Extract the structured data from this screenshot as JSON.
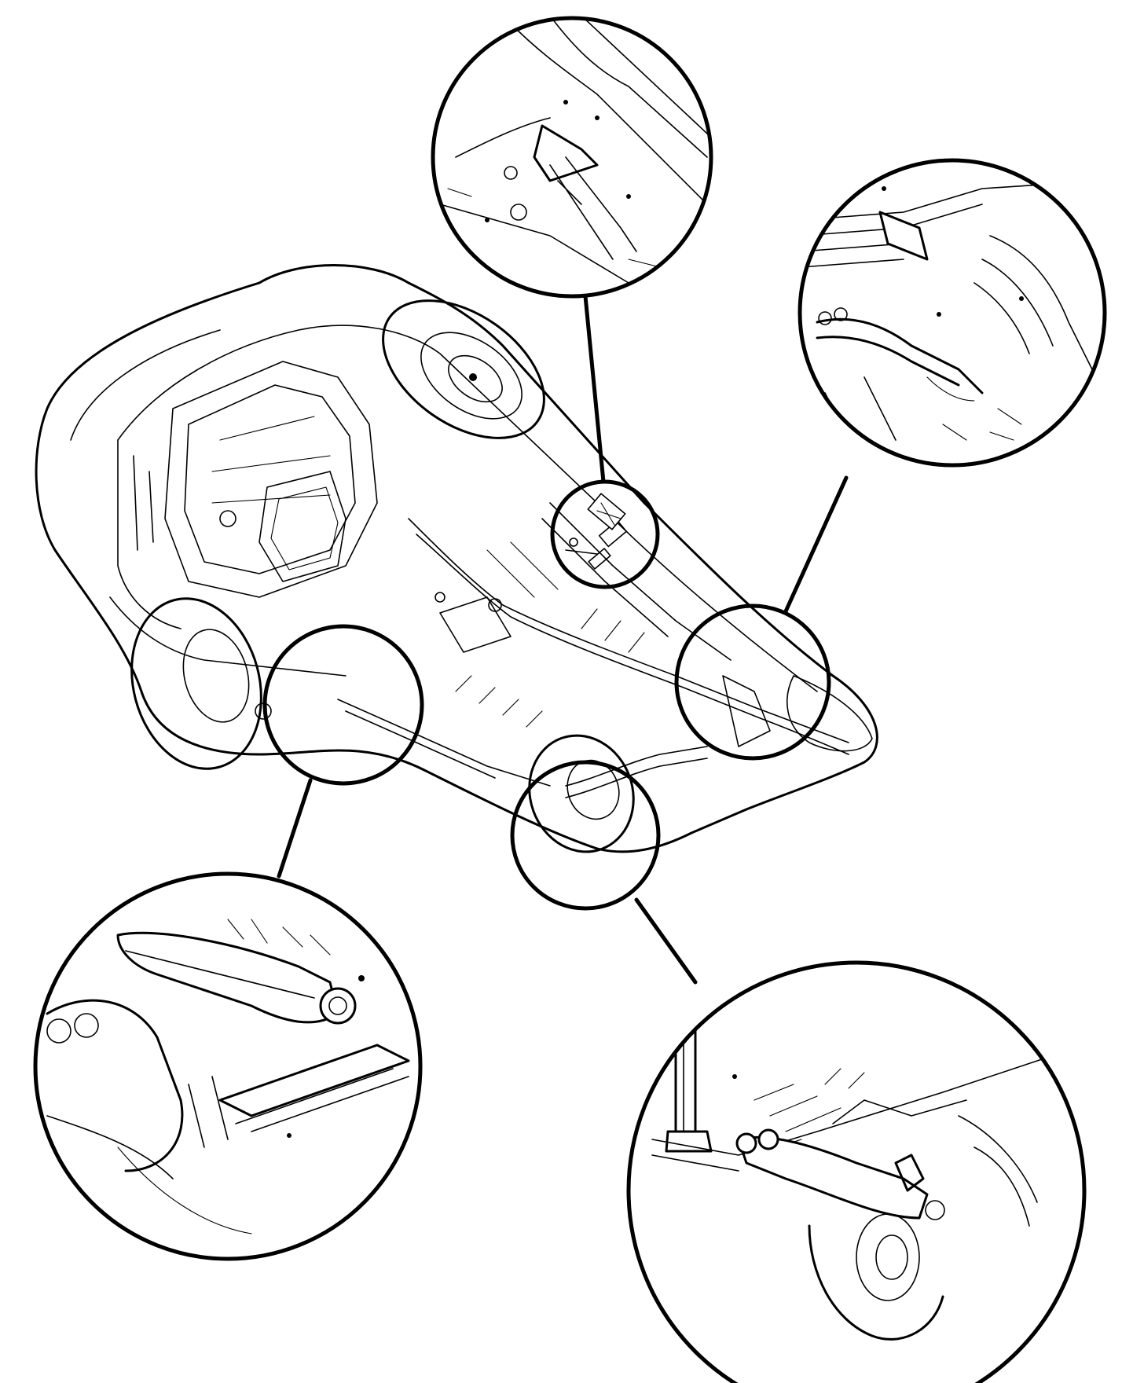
{
  "colors": {
    "ink": "#000000",
    "paper": "#ffffff"
  },
  "figure": {
    "type": "line-art",
    "subject": "vehicle-underbody-lift-points",
    "callouts": [
      {
        "id": "front-rocker-lift-point"
      },
      {
        "id": "rear-rocker-lift-point"
      },
      {
        "id": "front-suspension-lift-point"
      },
      {
        "id": "rear-suspension-lift-point"
      },
      {
        "id": "front-subframe-lift-point"
      },
      {
        "id": "rear-axle-lift-point"
      }
    ]
  }
}
